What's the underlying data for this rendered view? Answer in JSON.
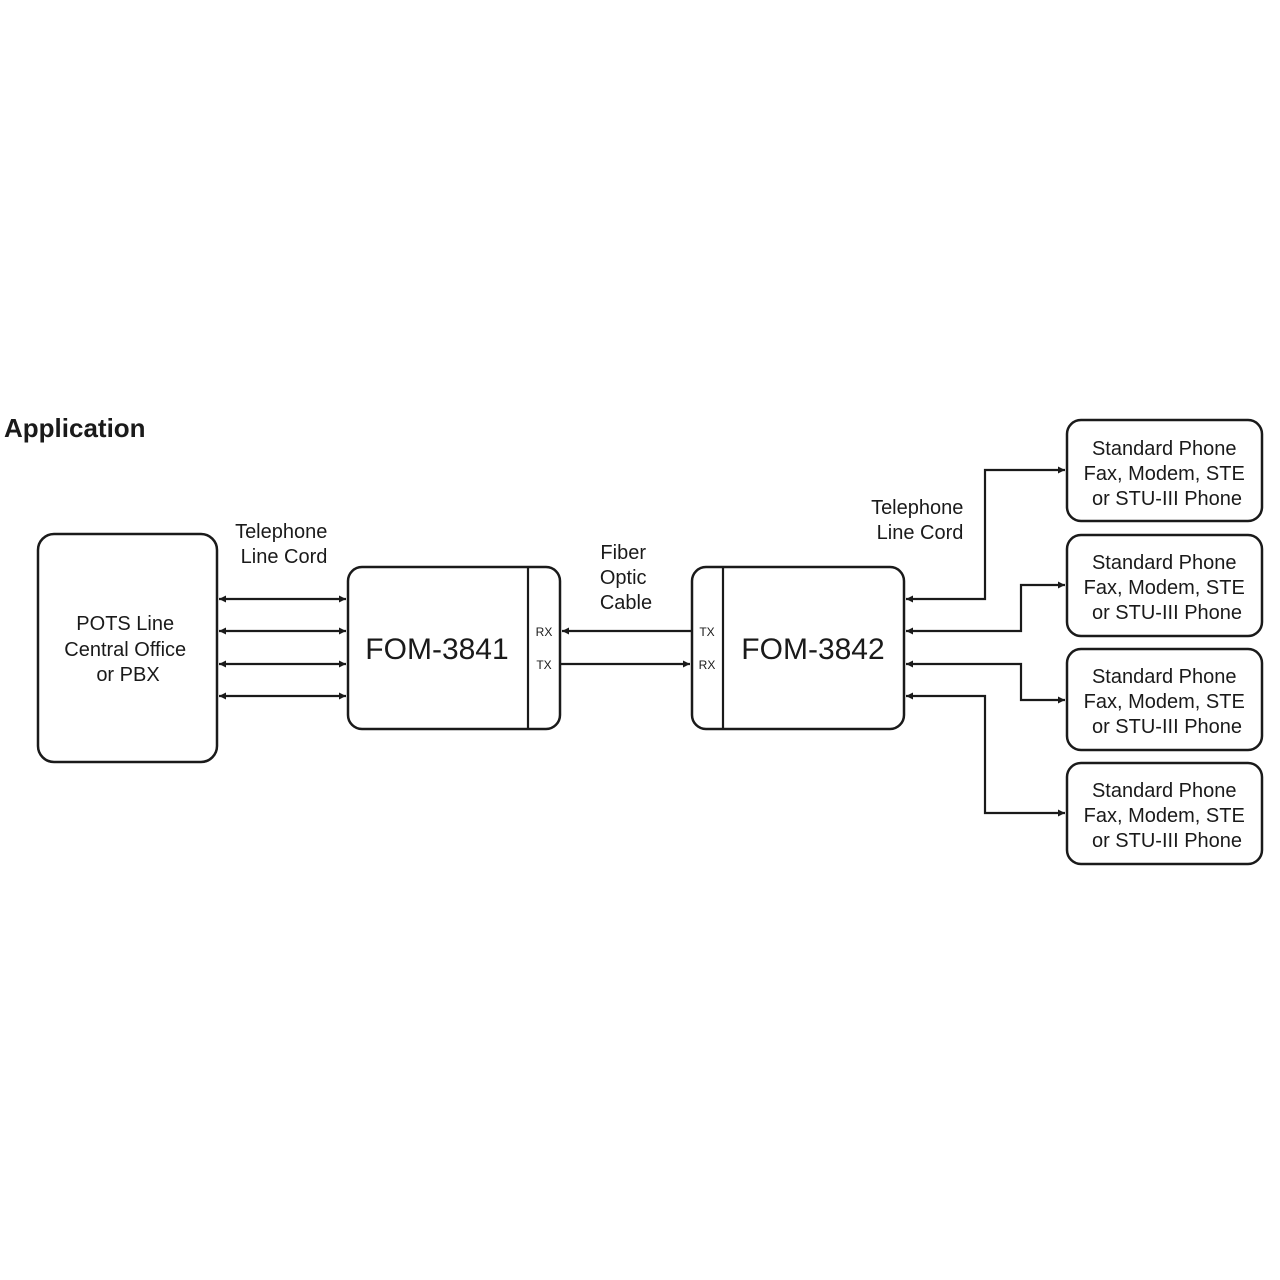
{
  "title": "Application",
  "source": {
    "lines": [
      "POTS Line",
      "Central Office",
      "or PBX"
    ]
  },
  "left_cord_label": [
    "Telephone",
    "Line Cord"
  ],
  "right_cord_label": [
    "Telephone",
    "Line Cord"
  ],
  "fiber_label": [
    "Fiber",
    "Optic",
    "Cable"
  ],
  "device_left": {
    "name": "FOM-3841",
    "port_top": "RX",
    "port_bottom": "TX"
  },
  "device_right": {
    "name": "FOM-3842",
    "port_top": "TX",
    "port_bottom": "RX"
  },
  "phones": [
    {
      "lines": [
        "Standard Phone",
        "Fax, Modem, STE",
        "or STU-III Phone"
      ]
    },
    {
      "lines": [
        "Standard Phone",
        "Fax, Modem, STE",
        "or STU-III Phone"
      ]
    },
    {
      "lines": [
        "Standard Phone",
        "Fax, Modem, STE",
        "or STU-III Phone"
      ]
    },
    {
      "lines": [
        "Standard Phone",
        "Fax, Modem, STE",
        "or STU-III Phone"
      ]
    }
  ]
}
